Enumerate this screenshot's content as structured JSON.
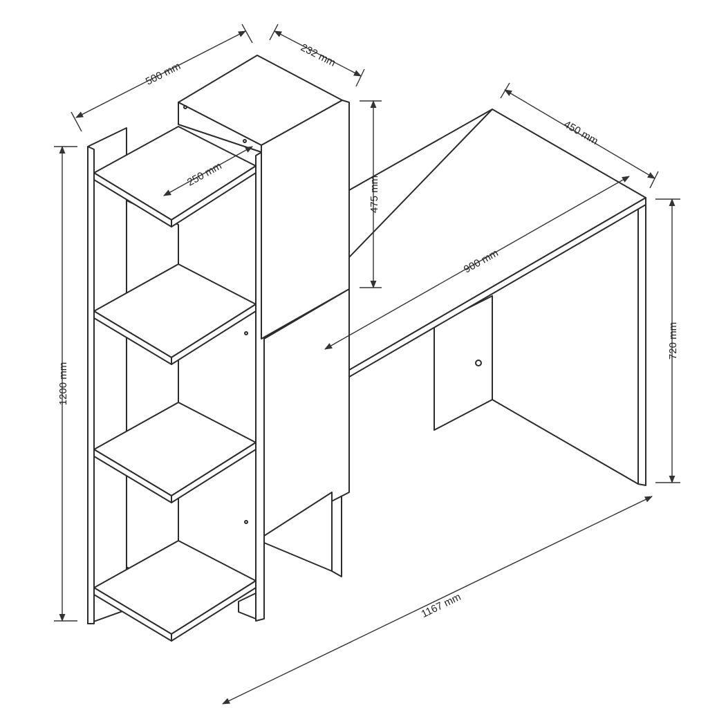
{
  "dimensions": {
    "top_depth": "500 mm",
    "top_width": "232 mm",
    "desk_depth": "450 mm",
    "shelf_width": "250 mm",
    "upper_height": "475 mm",
    "desk_length": "900 mm",
    "total_height": "1200 mm",
    "desk_height": "720 mm",
    "total_length": "1167 mm"
  },
  "colors": {
    "line": "#2b2b2b",
    "background": "#ffffff"
  }
}
